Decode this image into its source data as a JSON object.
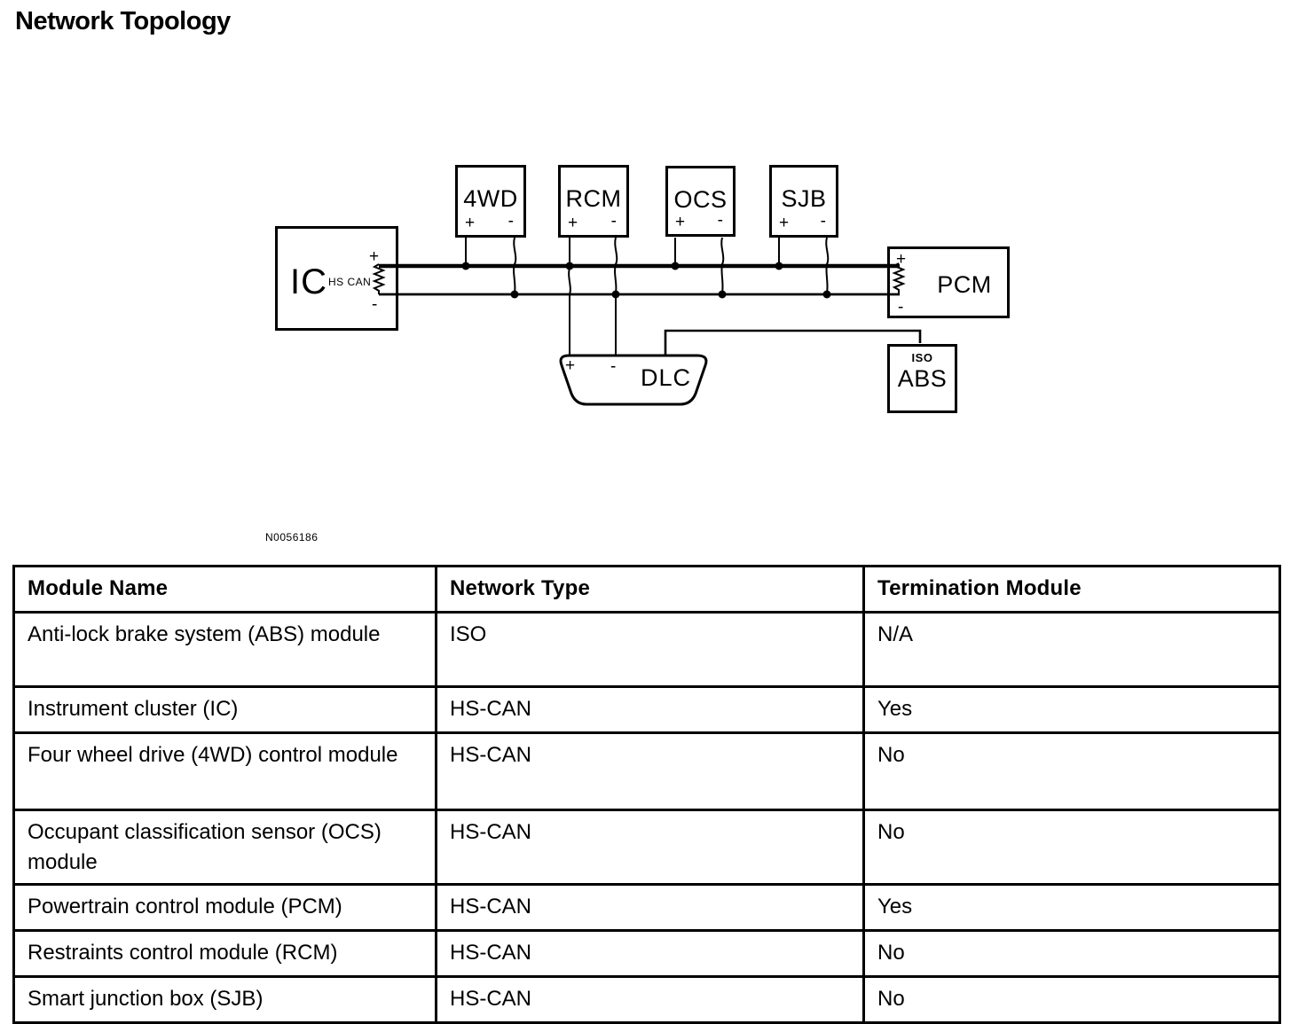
{
  "page": {
    "title": "Network Topology",
    "figure_number": "N0056186"
  },
  "diagram": {
    "ic": {
      "label": "IC",
      "bus_label": "HS CAN",
      "plus": "+",
      "minus": "-"
    },
    "modules_top": [
      {
        "id": "4wd",
        "label": "4WD",
        "plus": "+",
        "minus": "-"
      },
      {
        "id": "rcm",
        "label": "RCM",
        "plus": "+",
        "minus": "-"
      },
      {
        "id": "ocs",
        "label": "OCS",
        "plus": "+",
        "minus": "-"
      },
      {
        "id": "sjb",
        "label": "SJB",
        "plus": "+",
        "minus": "-"
      }
    ],
    "pcm": {
      "label": "PCM",
      "plus": "+",
      "minus": "-"
    },
    "dlc": {
      "label": "DLC",
      "plus": "+",
      "minus": "-"
    },
    "abs": {
      "label": "ABS",
      "network_label": "ISO"
    }
  },
  "table": {
    "headers": [
      "Module Name",
      "Network Type",
      "Termination Module"
    ],
    "rows": [
      {
        "module": "Anti-lock brake system (ABS) module",
        "network": "ISO",
        "termination": "N/A"
      },
      {
        "module": "Instrument cluster (IC)",
        "network": "HS-CAN",
        "termination": "Yes"
      },
      {
        "module": "Four wheel drive (4WD) control module",
        "network": "HS-CAN",
        "termination": "No"
      },
      {
        "module": "Occupant classification sensor (OCS) module",
        "network": "HS-CAN",
        "termination": "No"
      },
      {
        "module": "Powertrain control module (PCM)",
        "network": "HS-CAN",
        "termination": "Yes"
      },
      {
        "module": "Restraints control module (RCM)",
        "network": "HS-CAN",
        "termination": "No"
      },
      {
        "module": "Smart junction box (SJB)",
        "network": "HS-CAN",
        "termination": "No"
      }
    ]
  }
}
